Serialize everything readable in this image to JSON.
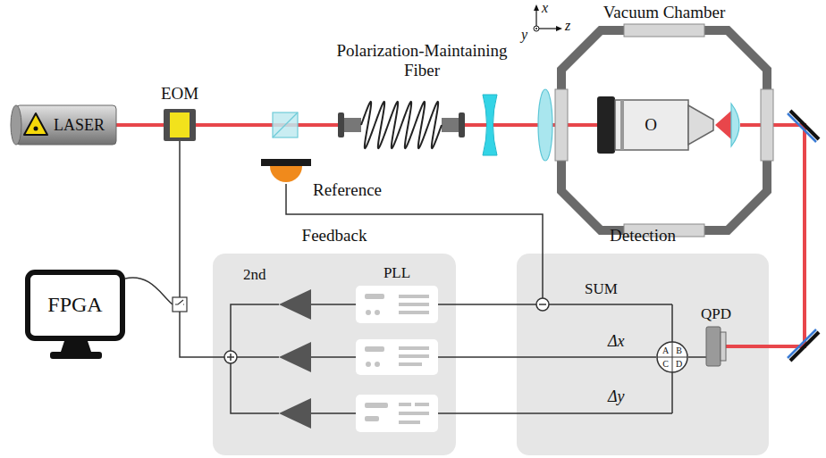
{
  "diagram": {
    "nodes": [
      {
        "text": [
          "LASER"
        ]
      },
      {
        "text": [
          "EOM"
        ]
      },
      {
        "text": [
          "Reference"
        ]
      },
      {
        "text": [
          "Polarization-Maintaining Fiber"
        ]
      },
      {
        "text": [
          "Vacuum Chamber"
        ]
      },
      {
        "text": [
          "O"
        ],
        "in": 4
      },
      {
        "text": [
          "FPGA"
        ]
      },
      {
        "text": [
          "Feedback"
        ]
      },
      {
        "text": [
          "PLL"
        ],
        "in": 7
      },
      {
        "text": [
          "Detection"
        ]
      },
      {
        "text": [
          "A",
          "B",
          "C",
          "D"
        ],
        "in": 9
      },
      {
        "text": [
          "QPD"
        ],
        "in": 9
      }
    ],
    "edges": [
      {
        "from": 0,
        "to": 1,
        "arrow": "none"
      },
      {
        "from": 1,
        "to": 3,
        "arrow": "none"
      },
      {
        "from": 3,
        "to": 4,
        "arrow": "none"
      },
      {
        "from": 4,
        "to": 11,
        "arrow": "none"
      }
    ],
    "labels": [
      "x",
      "y",
      "z",
      "2nd",
      "SUM",
      "Δx",
      "Δy"
    ]
  }
}
